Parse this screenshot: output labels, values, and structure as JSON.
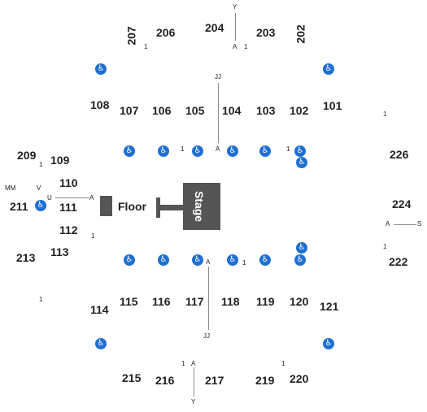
{
  "sections": {
    "s101": "101",
    "s102": "102",
    "s103": "103",
    "s104": "104",
    "s105": "105",
    "s106": "106",
    "s107": "107",
    "s108": "108",
    "s109": "109",
    "s110": "110",
    "s111": "111",
    "s112": "112",
    "s113": "113",
    "s114": "114",
    "s115": "115",
    "s116": "116",
    "s117": "117",
    "s118": "118",
    "s119": "119",
    "s120": "120",
    "s121": "121",
    "s202": "202",
    "s203": "203",
    "s204": "204",
    "s206": "206",
    "s207": "207",
    "s209": "209",
    "s211": "211",
    "s213": "213",
    "s215": "215",
    "s216": "216",
    "s217": "217",
    "s219": "219",
    "s220": "220",
    "s222": "222",
    "s224": "224",
    "s226": "226"
  },
  "rows": {
    "one": "1",
    "a": "A",
    "y": "Y",
    "jj": "JJ",
    "mm": "MM",
    "v": "V",
    "u": "U",
    "s": "S"
  },
  "floor_label": "Floor",
  "stage_label": "Stage",
  "accessible_icon": "wheelchair-icon",
  "accessible_color": "#1f6fd1",
  "block_color": "#555555"
}
